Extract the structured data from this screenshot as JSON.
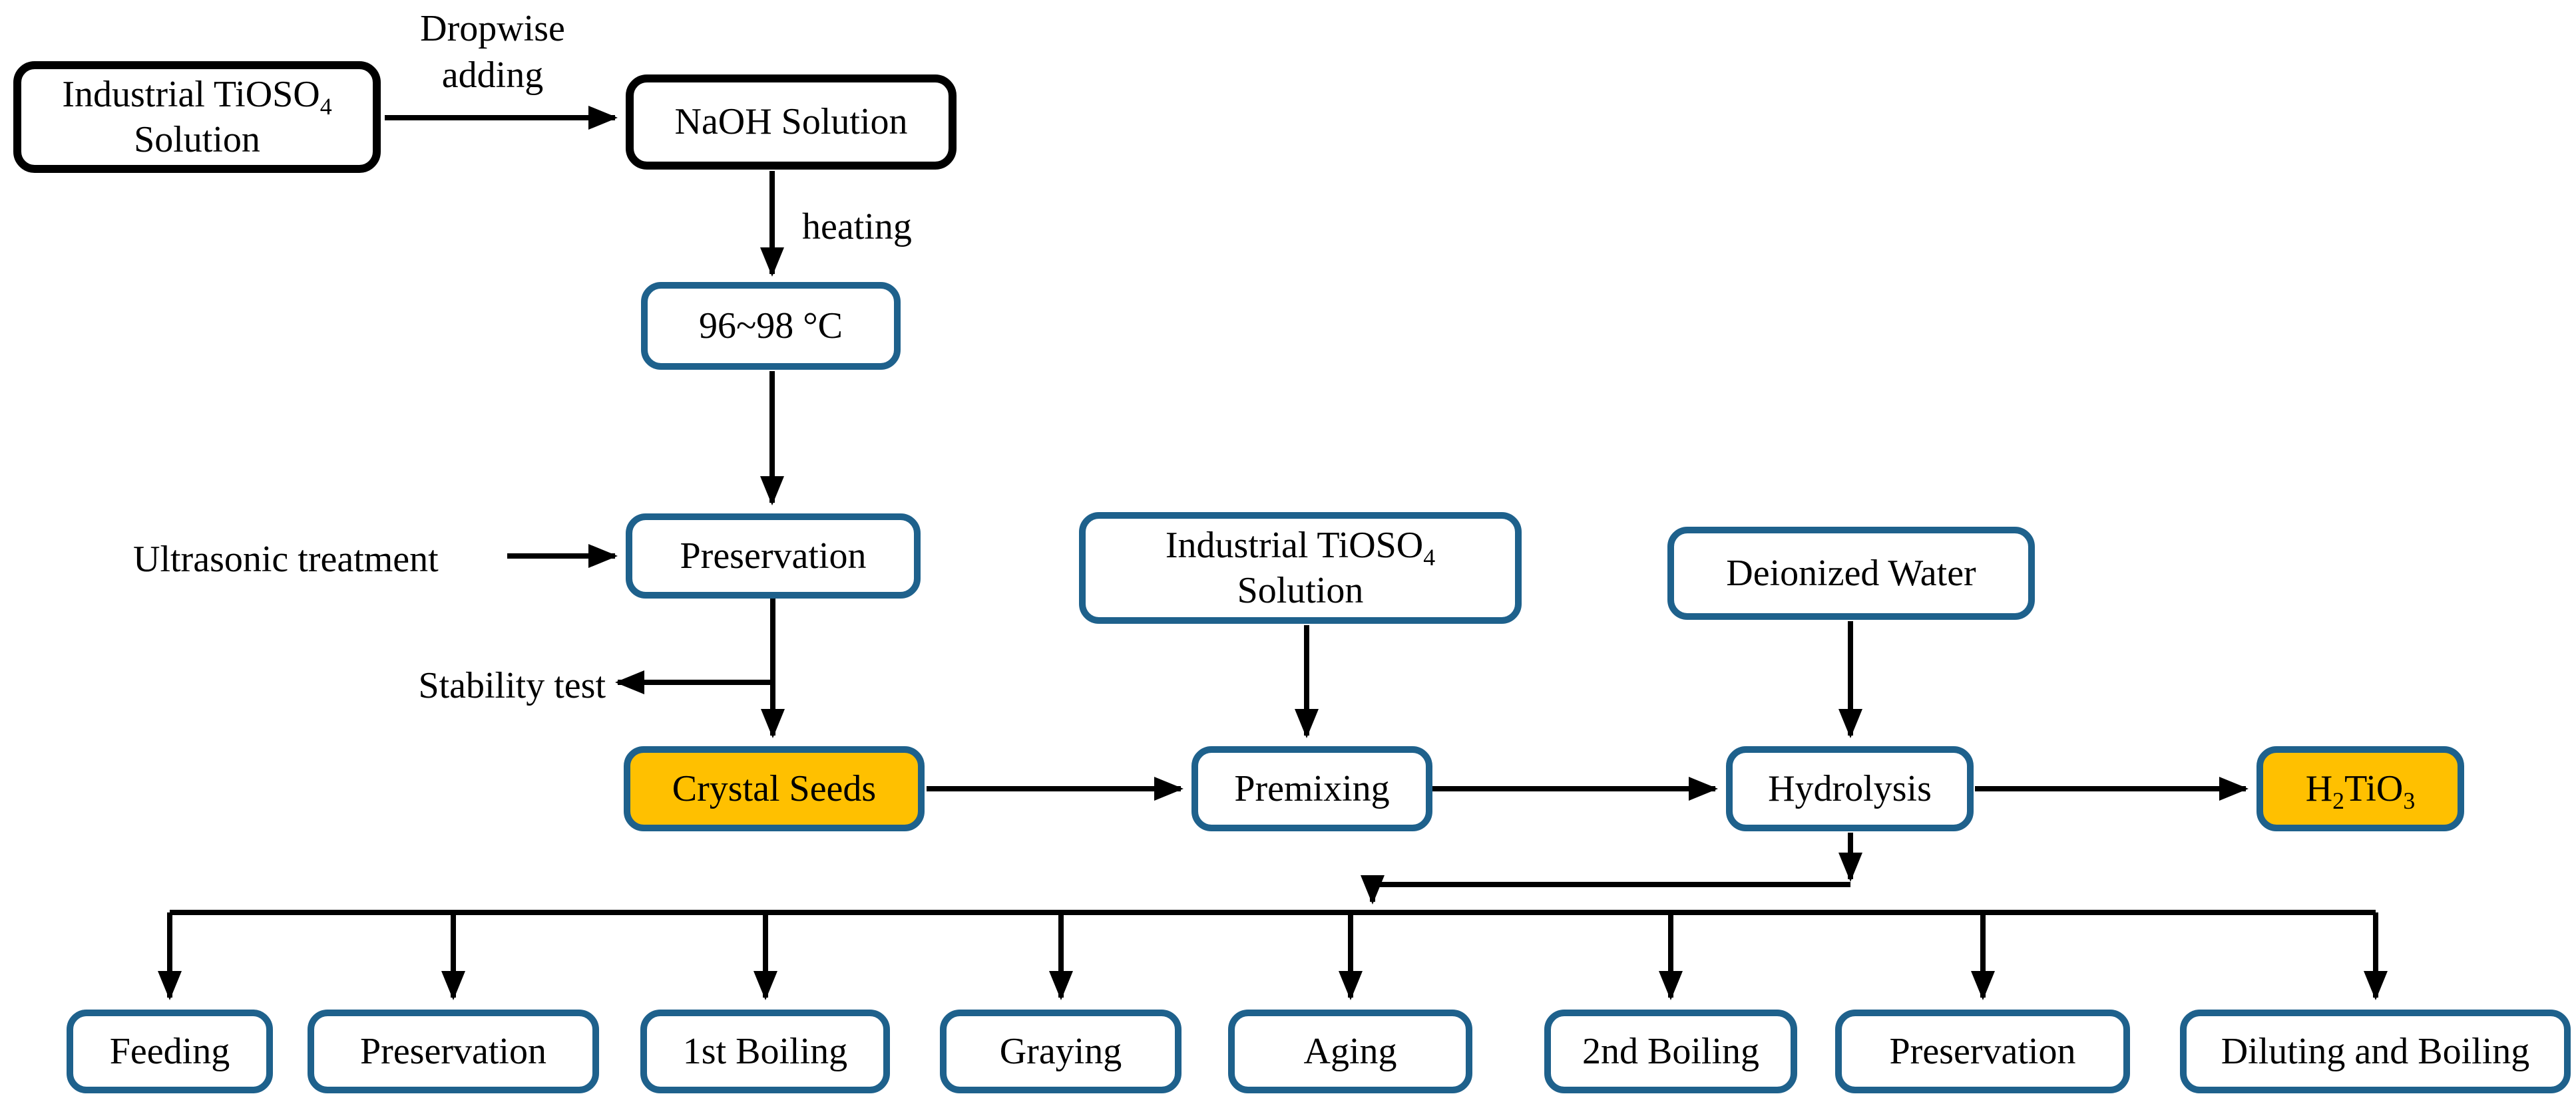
{
  "diagram": {
    "colors": {
      "box_border_blue": "#1E618C",
      "box_border_black": "#000000",
      "highlight_fill": "#FFC000",
      "line_color": "#000000",
      "background": "#FFFFFF",
      "text_color": "#000000"
    },
    "nodes": {
      "industrial_tioso4_source": {
        "line1": "Industrial TiOSO",
        "line1_sub": "4",
        "line2": "Solution"
      },
      "naoh_solution": {
        "label": "NaOH Solution"
      },
      "temperature": {
        "label": "96~98 °C"
      },
      "preservation": {
        "label": "Preservation"
      },
      "crystal_seeds": {
        "label": "Crystal Seeds"
      },
      "industrial_tioso4_mid": {
        "line1": "Industrial TiOSO",
        "line1_sub": "4",
        "line2": "Solution"
      },
      "premixing": {
        "label": "Premixing"
      },
      "deionized_water": {
        "label": "Deionized Water"
      },
      "hydrolysis": {
        "label": "Hydrolysis"
      },
      "h2tio3": {
        "p1": "H",
        "s1": "2",
        "p2": "TiO",
        "s2": "3"
      },
      "bottom_row": [
        "Feeding",
        "Preservation",
        "1st Boiling",
        "Graying",
        "Aging",
        "2nd Boiling",
        "Preservation",
        "Diluting and Boiling"
      ]
    },
    "edge_labels": {
      "dropwise_line1": "Dropwise",
      "dropwise_line2": "adding",
      "heating": "heating",
      "ultrasonic": "Ultrasonic treatment",
      "stability": "Stability test"
    }
  }
}
